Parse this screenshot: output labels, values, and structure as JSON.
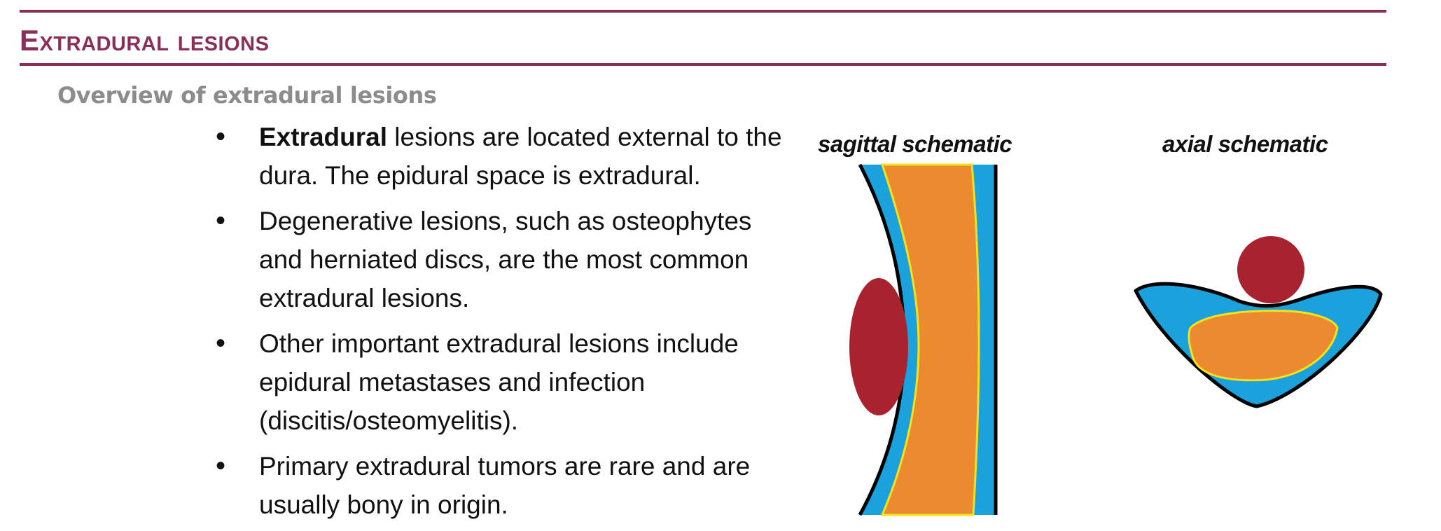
{
  "header": {
    "title": "Extradural lesions"
  },
  "section": {
    "subtitle": "Overview of extradural lesions"
  },
  "bullets": [
    {
      "bold": "Extradural",
      "text": " lesions are located external to the dura. The epidural space is extradural."
    },
    {
      "bold": "",
      "text": "Degenerative lesions, such as osteophytes and herniated discs, are the most common extradural lesions."
    },
    {
      "bold": "",
      "text": "Other important extradural lesions include epidural metastases and infection (discitis/osteomyelitis)."
    },
    {
      "bold": "",
      "text": "Primary extradural tumors are rare and are usually bony in origin."
    }
  ],
  "figures": {
    "sagittal_label": "sagittal schematic",
    "axial_label": "axial schematic"
  },
  "colors": {
    "accent": "#8a2e5a",
    "subtitle_gray": "#8c8c8c",
    "csf_blue": "#1ba1dc",
    "cord_orange": "#ec8a2f",
    "lesion_red": "#a8222f",
    "cord_outline_yellow": "#f4e21a"
  }
}
